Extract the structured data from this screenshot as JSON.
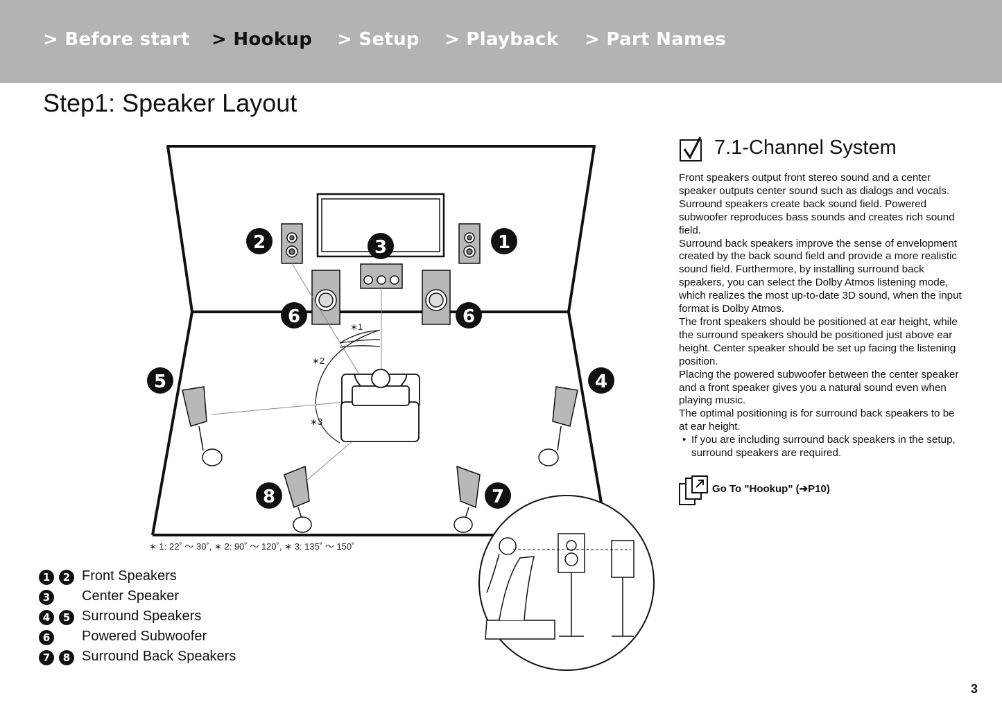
{
  "nav": {
    "items": [
      {
        "label": "> Before start",
        "active": false
      },
      {
        "label": "> Hookup",
        "active": true
      },
      {
        "label": "> Setup",
        "active": false
      },
      {
        "label": "> Playback",
        "active": false
      },
      {
        "label": "> Part Names",
        "active": false
      }
    ]
  },
  "page": {
    "title": "Step1: Speaker Layout",
    "number": "3"
  },
  "diagram": {
    "markers": [
      "1",
      "2",
      "3",
      "4",
      "5",
      "6",
      "7",
      "8"
    ],
    "angle_labels": [
      "∗1",
      "∗2",
      "∗3"
    ],
    "footnote": "∗ 1: 22˚ ～ 30˚, ∗ 2: 90˚ ～ 120˚, ∗ 3: 135˚ ～ 150˚"
  },
  "legend": [
    {
      "badges": [
        "1",
        "2"
      ],
      "label": "Front Speakers"
    },
    {
      "badges": [
        "3"
      ],
      "label": "Center Speaker"
    },
    {
      "badges": [
        "4",
        "5"
      ],
      "label": "Surround Speakers"
    },
    {
      "badges": [
        "6"
      ],
      "label": "Powered Subwoofer"
    },
    {
      "badges": [
        "7",
        "8"
      ],
      "label": "Surround Back Speakers"
    }
  ],
  "section": {
    "title": "7.1-Channel System",
    "paragraphs": [
      "Front speakers output front stereo sound and a center speaker outputs center sound such as dialogs and vocals. Surround speakers create back sound field. Powered subwoofer reproduces bass sounds and creates rich sound field.",
      "Surround back speakers improve the sense of envelopment created by the back sound field and provide a more realistic sound field. Furthermore, by installing surround back speakers, you can select the Dolby Atmos listening mode, which realizes the most up-to-date 3D sound, when the input format is Dolby Atmos.",
      "The front speakers should be positioned at ear height, while the surround speakers should be positioned just above ear height. Center speaker should be set up facing the listening position.",
      "Placing the powered subwoofer between the center speaker and a front speaker gives you a natural sound even when playing music.",
      "The optimal positioning is for surround back speakers to be at ear height."
    ],
    "bullet": "If you are including surround back speakers in the setup, surround speakers are required.",
    "bullet_symbol": "•",
    "goto_label": "Go To \"Hookup\" (➔P10)"
  },
  "colors": {
    "topbar": "#b3b3b3",
    "speaker_gray": "#b8b8b8",
    "ink": "#111111"
  }
}
